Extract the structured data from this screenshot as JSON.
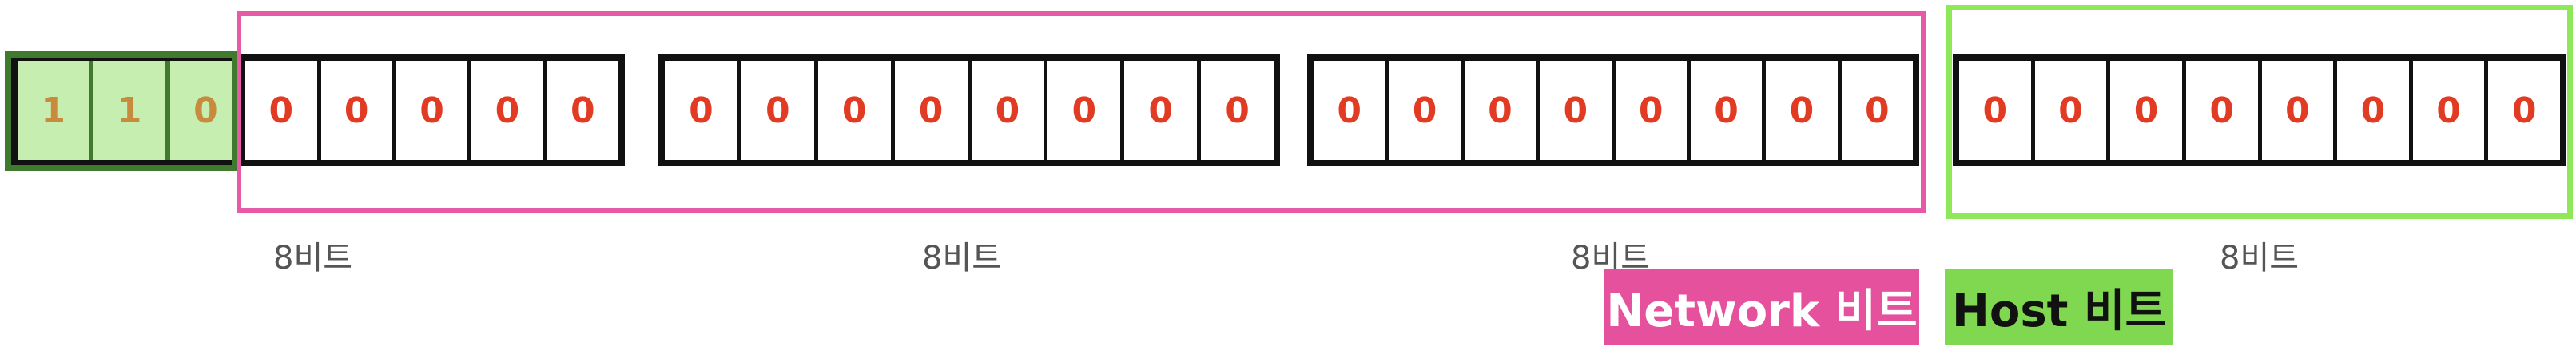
{
  "octets": [
    {
      "bits": [
        "1",
        "1",
        "0",
        "0",
        "0",
        "0",
        "0",
        "0"
      ],
      "class_bits": 3,
      "label": "8비트"
    },
    {
      "bits": [
        "0",
        "0",
        "0",
        "0",
        "0",
        "0",
        "0",
        "0"
      ],
      "class_bits": 0,
      "label": "8비트"
    },
    {
      "bits": [
        "0",
        "0",
        "0",
        "0",
        "0",
        "0",
        "0",
        "0"
      ],
      "class_bits": 0,
      "label": "8비트"
    },
    {
      "bits": [
        "0",
        "0",
        "0",
        "0",
        "0",
        "0",
        "0",
        "0"
      ],
      "class_bits": 0,
      "label": "8비트"
    }
  ],
  "legend": {
    "network": {
      "text": "Network 비트",
      "background": "#e6519e",
      "color": "#ffffff"
    },
    "host": {
      "text": "Host 비트",
      "background": "#80d851",
      "color": "#111111"
    }
  },
  "colors": {
    "network_frame": "#e65aa6",
    "host_frame": "#8fe85a",
    "class_frame": "#3f7a2e",
    "class_fill": "#c6eeb0",
    "class_digit": "#c88a3d",
    "digit": "#e23b24"
  }
}
